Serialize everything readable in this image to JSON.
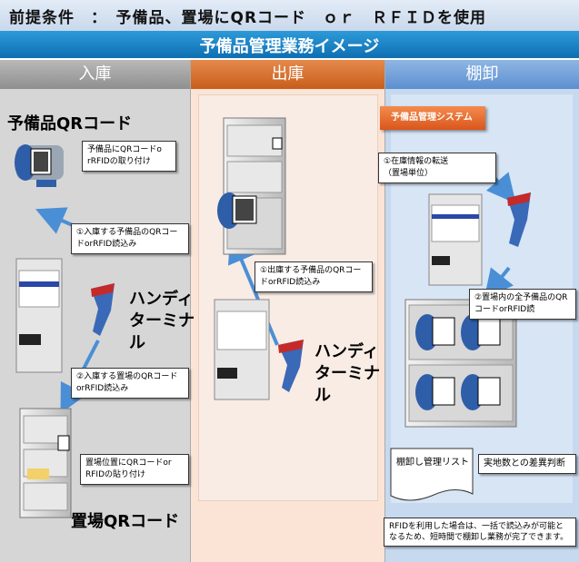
{
  "header": {
    "premise": "前提条件　：　予備品、置場にQRコード　ｏｒ　ＲＦＩＤを使用",
    "title": "予備品管理業務イメージ"
  },
  "columns": {
    "receiving": "入庫",
    "shipping": "出庫",
    "inventory": "棚卸"
  },
  "receiving": {
    "part_qr_label": "予備品QRコード",
    "note_attach": "予備品にQRコードo rRFIDの取り付け",
    "note_scan1": "①入庫する予備品のQRコードorRFID読込み",
    "handy_label": "ハンディ\nターミナ\nル",
    "note_scan2": "②入庫する置場のQRコードorRFID読込み",
    "note_location": "置場位置にQRコードor RFIDの貼り付け",
    "location_qr_label": "置場QRコード"
  },
  "shipping": {
    "note_scan": "①出庫する予備品のQRコードorRFID読込み",
    "handy_label": "ハンディ\nターミナ\nル"
  },
  "inventory": {
    "system_label": "予備品管理システム",
    "note_transfer": "①在庫情報の転送\n（置場単位）",
    "note_scan_all": "②置場内の全予備品のQRコードorRFID読",
    "list_label": "棚卸し管理リスト",
    "diff_label": "実地数との差異判断",
    "rfid_note": "RFIDを利用した場合は、一括で読込みが可能となるため、短時間で棚卸し業務が完了できます。"
  },
  "colors": {
    "banner": "#1a82c4",
    "receiving": "#d6d6d6",
    "shipping": "#fbe4d5",
    "inventory": "#c6d9ef",
    "arrow": "#4a8fd6",
    "system_button": "#e86a2a"
  },
  "icons": [
    "spare-part-motor-icon",
    "handy-terminal-icon",
    "storage-cabinet-icon",
    "terminal-screen-icon",
    "qr-code-icon",
    "arrow-icon"
  ]
}
